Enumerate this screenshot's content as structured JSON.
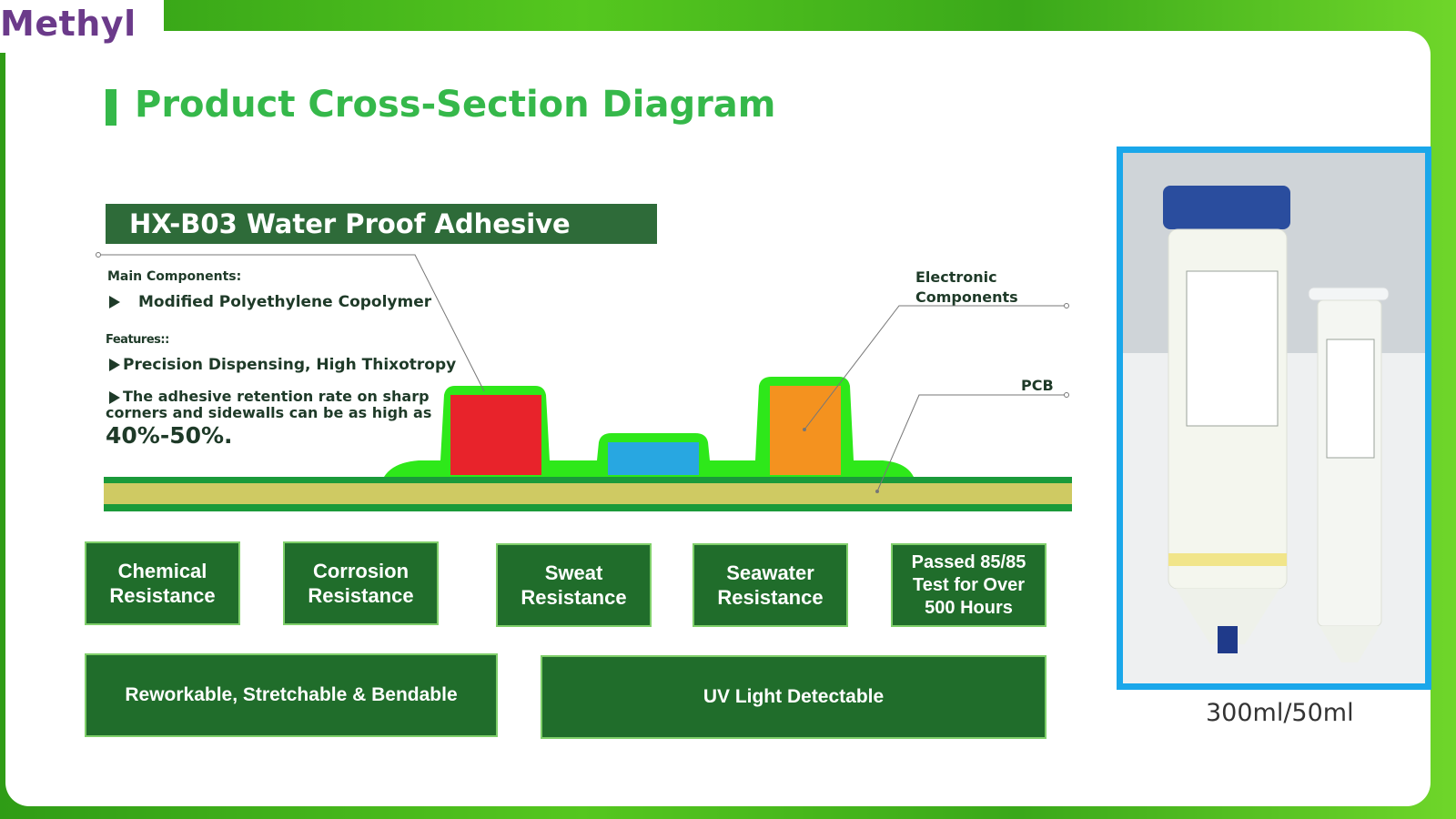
{
  "logo": "Methyl",
  "title": "Product Cross-Section Diagram",
  "product_name": "HX-B03 Water Proof Adhesive",
  "main_components_label": "Main Components:",
  "main_component": "Modified Polyethylene Copolymer",
  "features_label": "Features::",
  "feature_1": "Precision Dispensing, High Thixotropy",
  "feature_2_line1": "The adhesive retention rate on sharp",
  "feature_2_line2": "corners and sidewalls can be as high as",
  "feature_2_value": "40%-50%.",
  "callout_electronic_line1": "Electronic",
  "callout_electronic_line2": "Components",
  "callout_pcb": "PCB",
  "feature_boxes": [
    {
      "line1": "Chemical",
      "line2": "Resistance"
    },
    {
      "line1": "Corrosion",
      "line2": "Resistance"
    },
    {
      "line1": "Sweat",
      "line2": "Resistance"
    },
    {
      "line1": "Seawater",
      "line2": "Resistance"
    }
  ],
  "test_box": {
    "line1": "Passed 85/85",
    "line2": "Test for Over",
    "line3": "500 Hours"
  },
  "wide_boxes": [
    "Reworkable, Stretchable & Bendable",
    "UV Light Detectable"
  ],
  "photo_caption": "300ml/50ml",
  "colors": {
    "accent_green": "#35b84a",
    "dark_green": "#206d2b",
    "photo_frame": "#1aa7ea"
  }
}
